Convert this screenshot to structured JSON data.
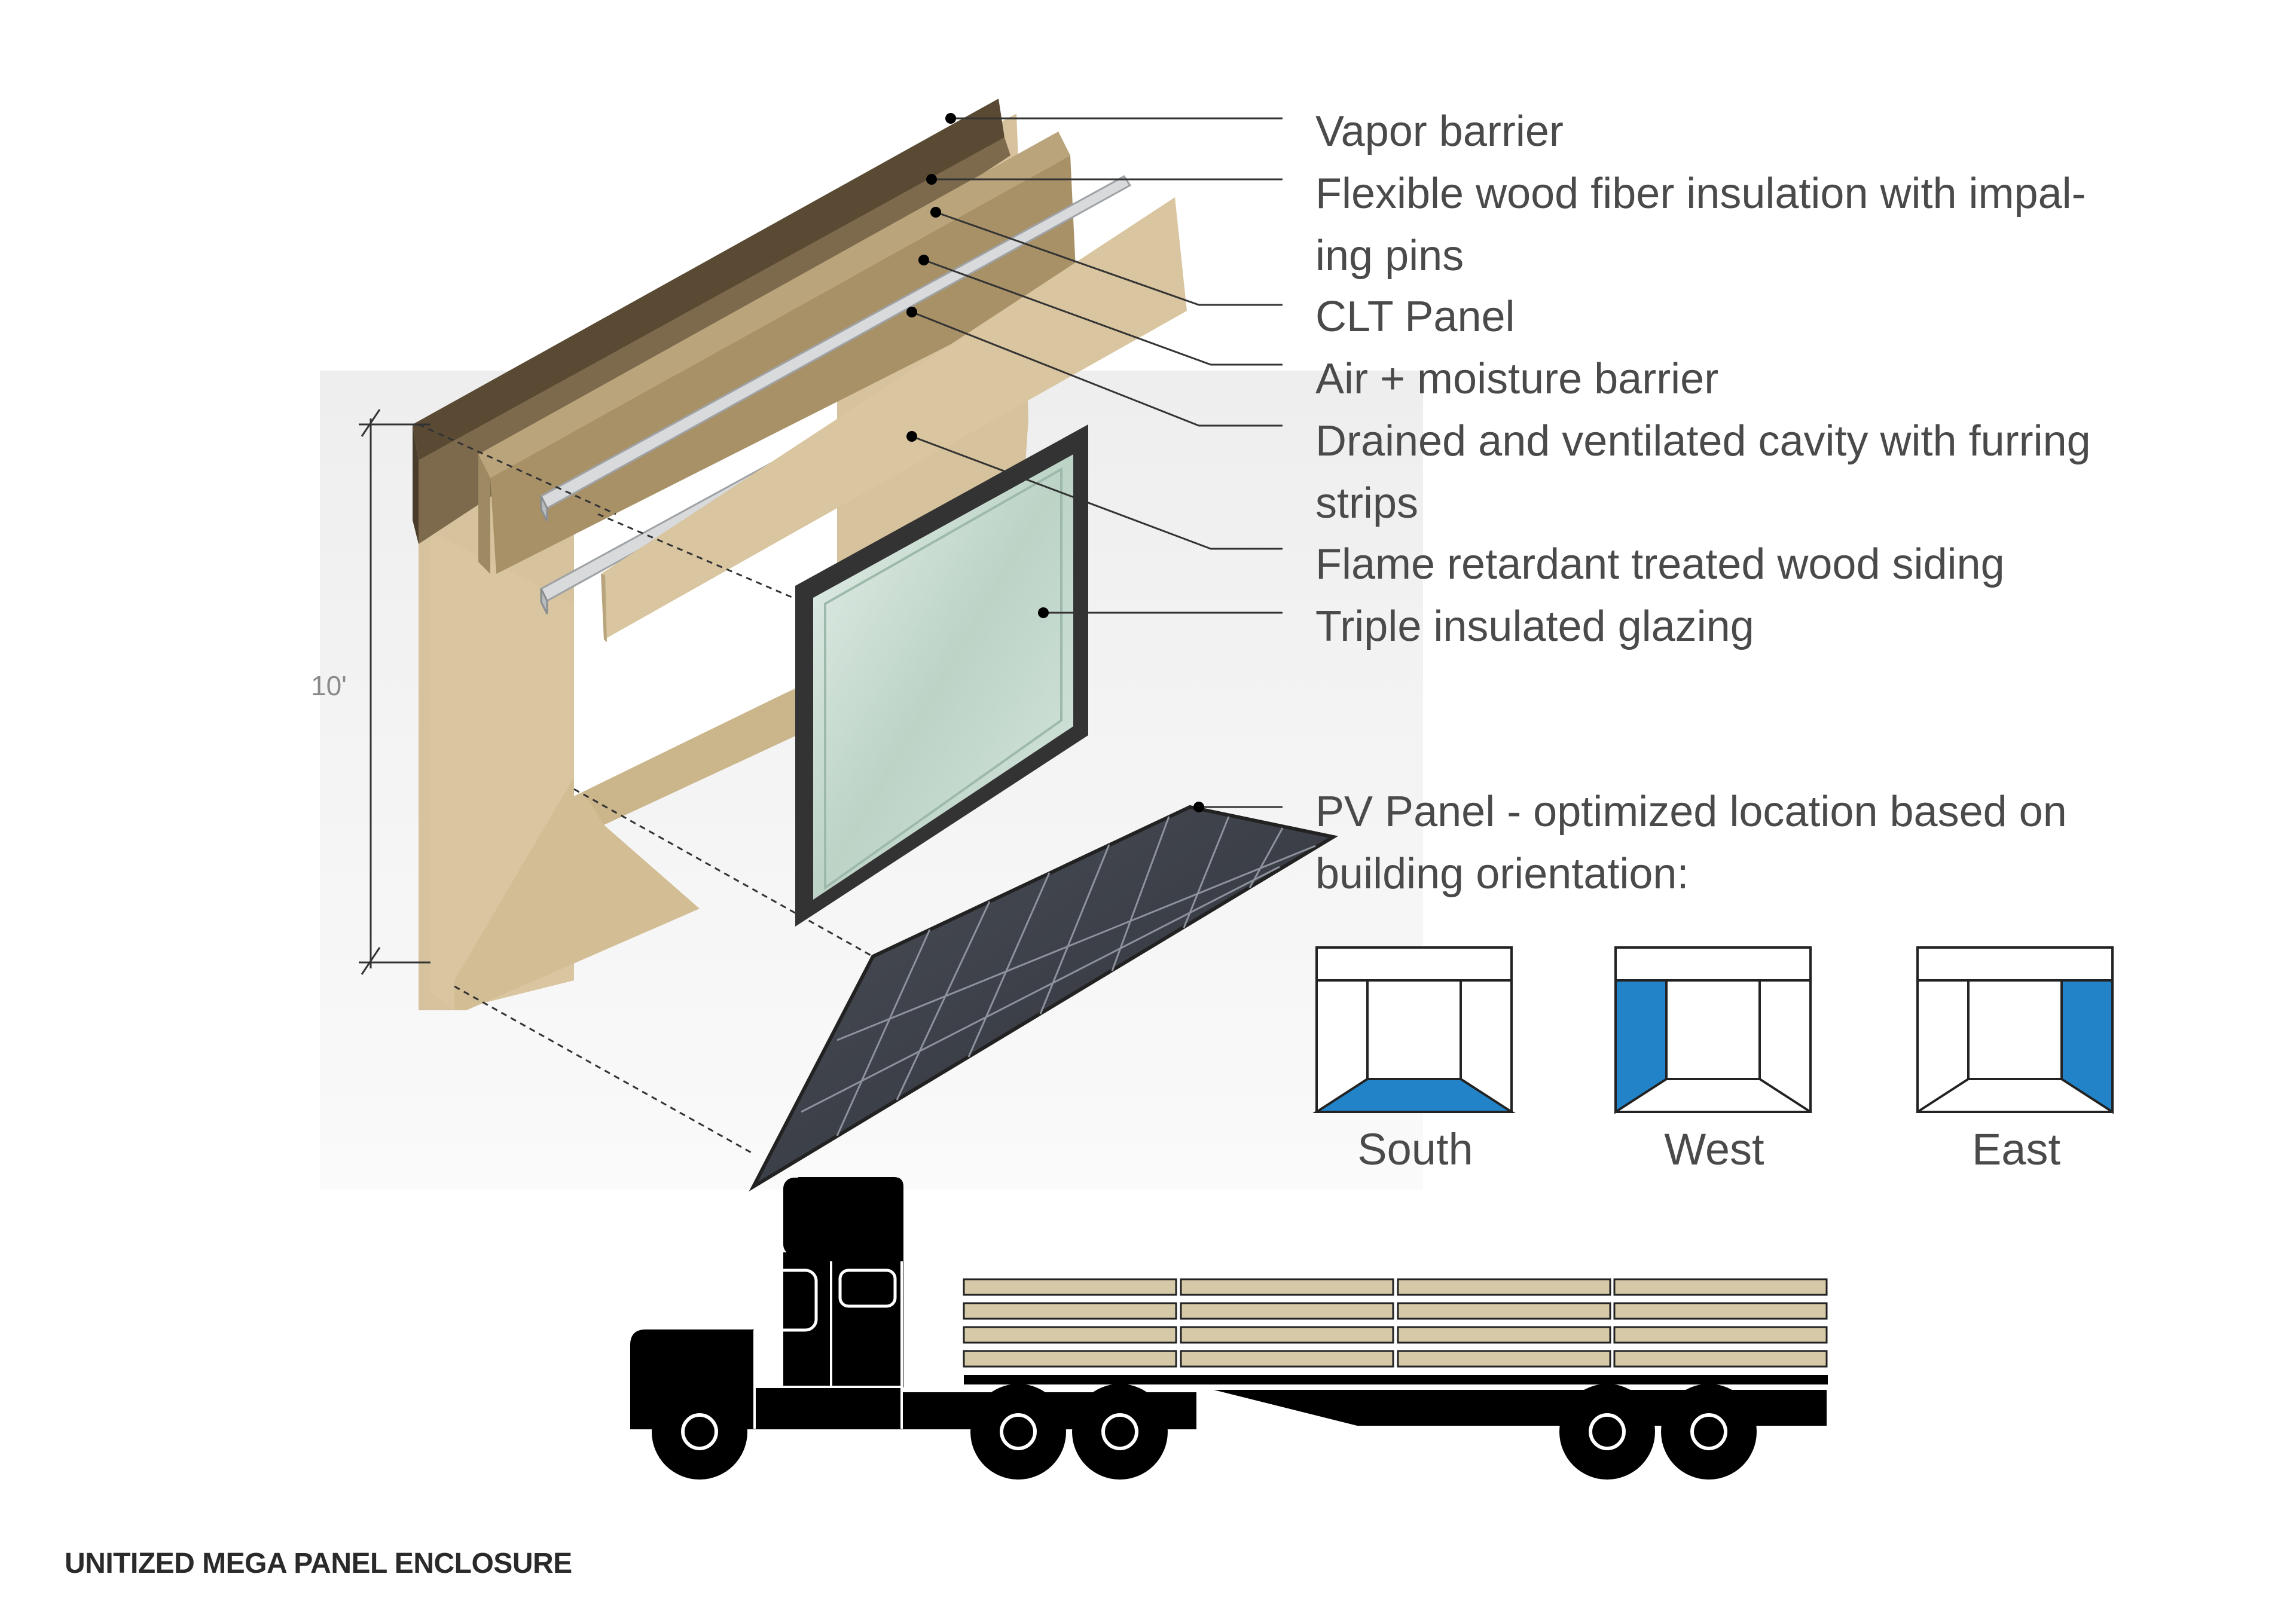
{
  "labels": {
    "vapor_barrier": "Vapor barrier",
    "wood_fiber_insulation": "Flexible wood fiber insulation with impal-\ning pins",
    "clt_panel": "CLT Panel",
    "air_moisture_barrier": "Air + moisture barrier",
    "drained_cavity": "Drained and ventilated cavity with furring\nstrips",
    "wood_siding": "Flame retardant treated wood siding",
    "glazing": "Triple insulated glazing",
    "pv_panel": "PV Panel - optimized location based on\nbuilding orientation:"
  },
  "dimension": "10'",
  "orientations": [
    {
      "name": "South",
      "highlight": "bottom"
    },
    {
      "name": "West",
      "highlight": "left"
    },
    {
      "name": "East",
      "highlight": "right"
    }
  ],
  "caption": "UNITIZED MEGA PANEL ENCLOSURE",
  "colors": {
    "highlight": "#2383c9",
    "wood_light": "#d6c29c",
    "wood_dark": "#6f5d42",
    "glazing": "#b9d3c6",
    "frame": "#333333",
    "pv": "#3a3d45"
  }
}
